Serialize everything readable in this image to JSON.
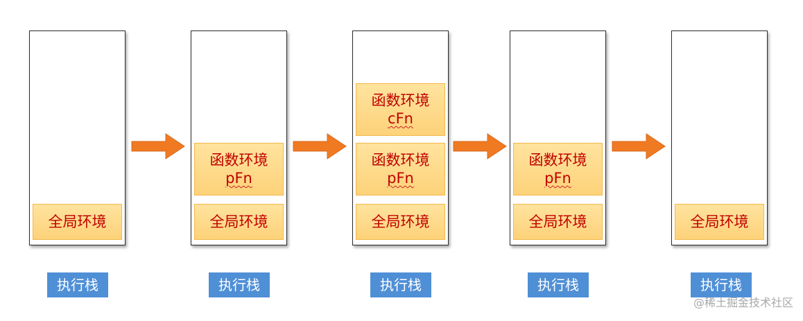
{
  "diagram": {
    "stack_label": "执行栈",
    "global_env": "全局环境",
    "func_env": "函数环境",
    "pfn": "pFn",
    "cfn": "cFn",
    "watermark": "@稀土掘金技术社区"
  },
  "colors": {
    "frame_fill": "#fdd27a",
    "frame_text": "#c00000",
    "arrow": "#f07a22",
    "label_fill": "#4f8fd6"
  }
}
